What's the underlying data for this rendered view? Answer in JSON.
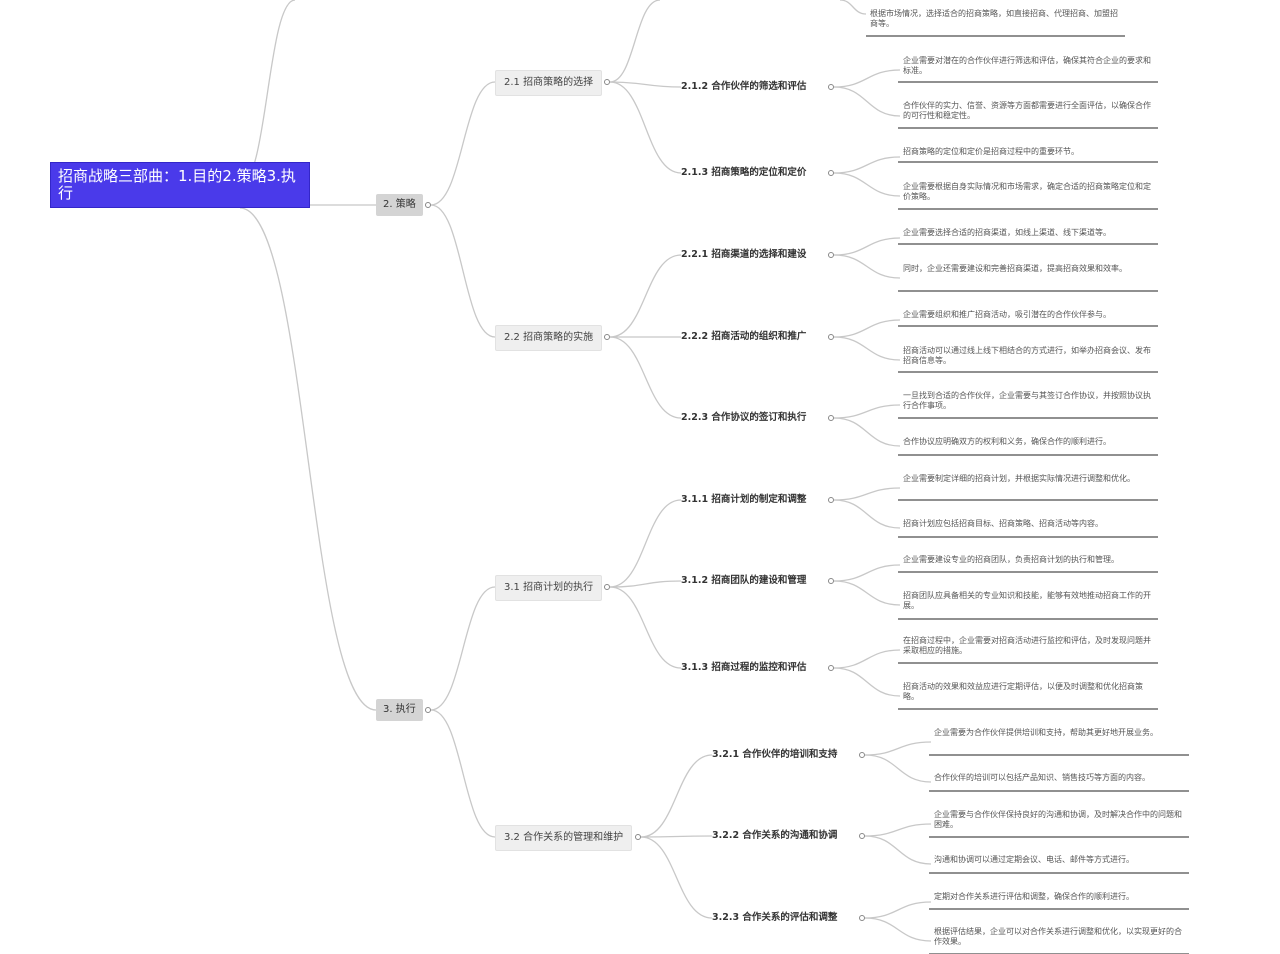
{
  "root": "招商战略三部曲：1.目的2.策略3.执行",
  "branches": [
    {
      "label": "2. 策略",
      "groups": [
        {
          "label": "2.1 招商策略的选择",
          "items": [
            {
              "label": "",
              "leaves": [
                "根据市场情况，选择适合的招商策略，如直接招商、代理招商、加盟招商等。"
              ]
            },
            {
              "label": "2.1.2 合作伙伴的筛选和评估",
              "leaves": [
                "企业需要对潜在的合作伙伴进行筛选和评估，确保其符合企业的要求和标准。",
                "合作伙伴的实力、信誉、资源等方面都需要进行全面评估，以确保合作的可行性和稳定性。"
              ]
            },
            {
              "label": "2.1.3 招商策略的定位和定价",
              "leaves": [
                "招商策略的定位和定价是招商过程中的重要环节。",
                "企业需要根据自身实际情况和市场需求，确定合适的招商策略定位和定价策略。"
              ]
            }
          ]
        },
        {
          "label": "2.2 招商策略的实施",
          "items": [
            {
              "label": "2.2.1 招商渠道的选择和建设",
              "leaves": [
                "企业需要选择合适的招商渠道，如线上渠道、线下渠道等。",
                "同时，企业还需要建设和完善招商渠道，提高招商效果和效率。"
              ]
            },
            {
              "label": "2.2.2 招商活动的组织和推广",
              "leaves": [
                "企业需要组织和推广招商活动，吸引潜在的合作伙伴参与。",
                "招商活动可以通过线上线下相结合的方式进行，如举办招商会议、发布招商信息等。"
              ]
            },
            {
              "label": "2.2.3 合作协议的签订和执行",
              "leaves": [
                "一旦找到合适的合作伙伴，企业需要与其签订合作协议，并按照协议执行合作事项。",
                "合作协议应明确双方的权利和义务，确保合作的顺利进行。"
              ]
            }
          ]
        }
      ]
    },
    {
      "label": "3. 执行",
      "groups": [
        {
          "label": "3.1 招商计划的执行",
          "items": [
            {
              "label": "3.1.1 招商计划的制定和调整",
              "leaves": [
                "企业需要制定详细的招商计划，并根据实际情况进行调整和优化。",
                "招商计划应包括招商目标、招商策略、招商活动等内容。"
              ]
            },
            {
              "label": "3.1.2 招商团队的建设和管理",
              "leaves": [
                "企业需要建设专业的招商团队，负责招商计划的执行和管理。",
                "招商团队应具备相关的专业知识和技能，能够有效地推动招商工作的开展。"
              ]
            },
            {
              "label": "3.1.3 招商过程的监控和评估",
              "leaves": [
                "在招商过程中，企业需要对招商活动进行监控和评估，及时发现问题并采取相应的措施。",
                "招商活动的效果和效益应进行定期评估，以便及时调整和优化招商策略。"
              ]
            }
          ]
        },
        {
          "label": "3.2 合作关系的管理和维护",
          "items": [
            {
              "label": "3.2.1 合作伙伴的培训和支持",
              "leaves": [
                "企业需要为合作伙伴提供培训和支持，帮助其更好地开展业务。",
                "合作伙伴的培训可以包括产品知识、销售技巧等方面的内容。"
              ]
            },
            {
              "label": "3.2.2 合作关系的沟通和协调",
              "leaves": [
                "企业需要与合作伙伴保持良好的沟通和协调，及时解决合作中的问题和困难。",
                "沟通和协调可以通过定期会议、电话、邮件等方式进行。"
              ]
            },
            {
              "label": "3.2.3 合作关系的评估和调整",
              "leaves": [
                "定期对合作关系进行评估和调整，确保合作的顺利进行。",
                "根据评估结果，企业可以对合作关系进行调整和优化，以实现更好的合作效果。"
              ]
            }
          ]
        }
      ]
    }
  ],
  "colors": {
    "root_bg": "#4a3aea",
    "branch_bg": "#d4d4d4",
    "group_bg": "#efefef",
    "line": "#c8c8c8"
  }
}
